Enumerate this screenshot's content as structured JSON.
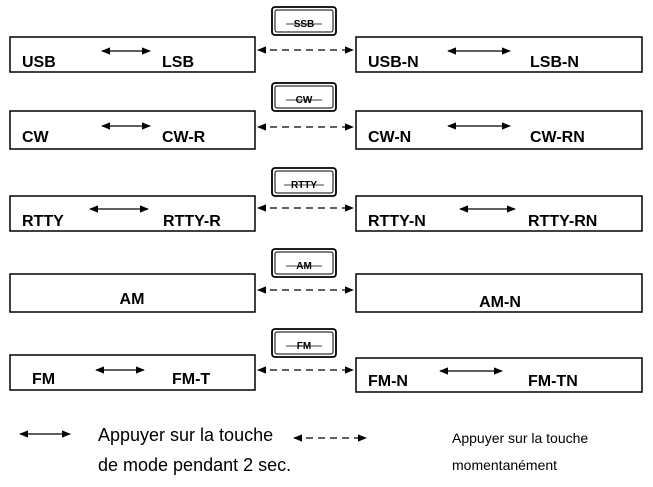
{
  "rows": [
    {
      "key": "SSB",
      "left": [
        "USB",
        "LSB"
      ],
      "right": [
        "USB-N",
        "LSB-N"
      ]
    },
    {
      "key": "CW",
      "left": [
        "CW",
        "CW-R"
      ],
      "right": [
        "CW-N",
        "CW-RN"
      ]
    },
    {
      "key": "RTTY",
      "left": [
        "RTTY",
        "RTTY-R"
      ],
      "right": [
        "RTTY-N",
        "RTTY-RN"
      ]
    },
    {
      "key": "AM",
      "left": [
        "AM"
      ],
      "right": [
        "AM-N"
      ]
    },
    {
      "key": "FM",
      "left": [
        "FM",
        "FM-T"
      ],
      "right": [
        "FM-N",
        "FM-TN"
      ]
    }
  ],
  "legend": {
    "hold": [
      "Appuyer sur la touche",
      "de mode pendant 2 sec."
    ],
    "momentary": [
      "Appuyer sur la touche",
      "momentanément"
    ]
  }
}
